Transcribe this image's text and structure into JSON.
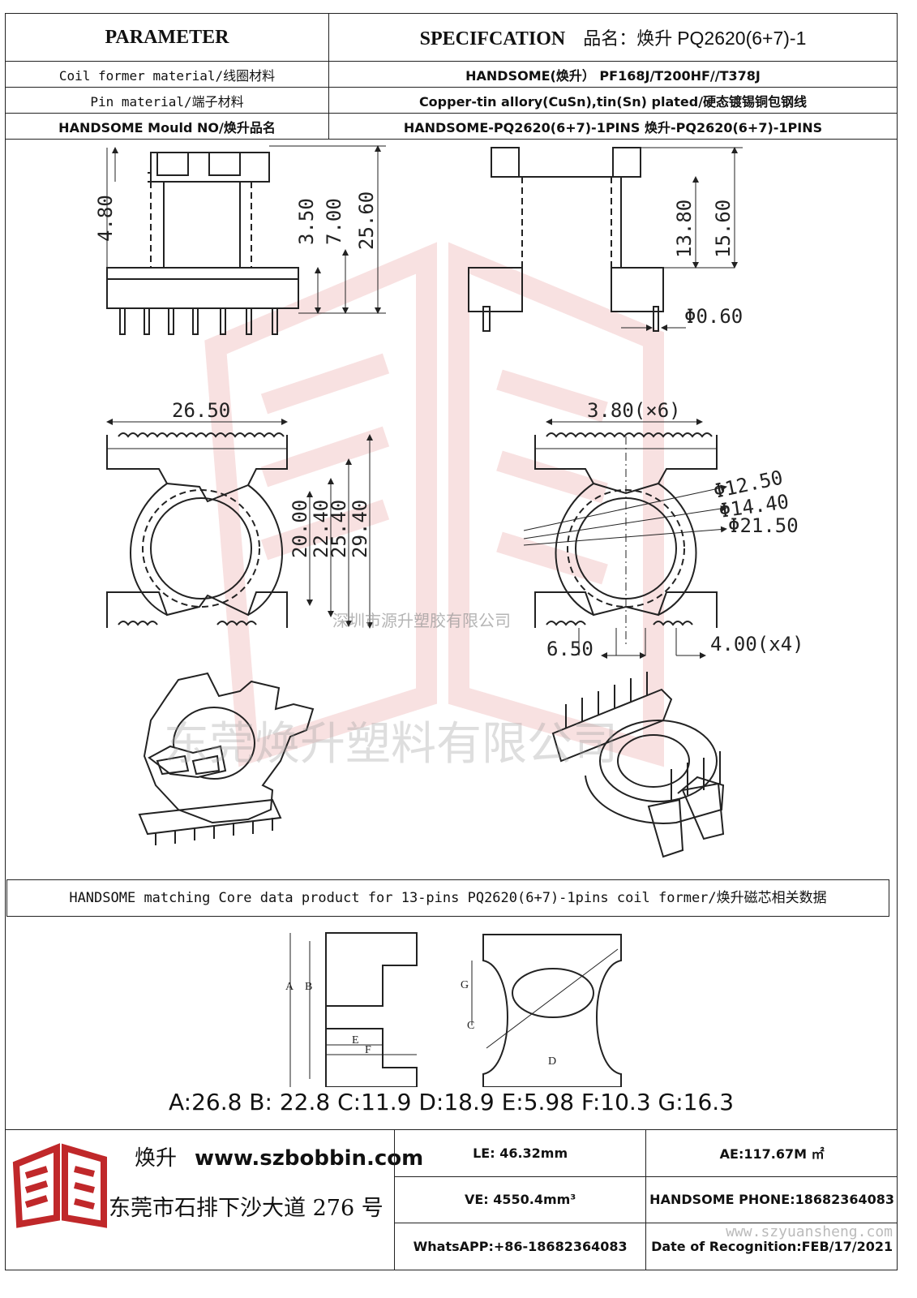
{
  "header": {
    "parameter_label": "PARAMETER",
    "spec_label": "SPECIFCATION",
    "product_name_cn": "品名：焕升",
    "product_name": "PQ2620(6+7)-1",
    "rows": [
      {
        "param": "Coil former material/线圈材料",
        "spec": "HANDSOME(焕升）  PF168J/T200HF//T378J"
      },
      {
        "param": "Pin material/端子材料",
        "spec": "Copper-tin allory(CuSn),tin(Sn) plated/硬态镀锡铜包钢线"
      },
      {
        "param": "HANDSOME Mould NO/焕升品名",
        "spec": "HANDSOME-PQ2620(6+7)-1PINS   焕升-PQ2620(6+7)-1PINS"
      }
    ]
  },
  "dimensions": {
    "A": "4.80",
    "B": "3.50",
    "C": "7.00",
    "D": "25.60",
    "J": "13.80",
    "K": "15.60",
    "L": "Φ0.60",
    "E": "26.50",
    "M": "3.80(×6)",
    "F": "20.00",
    "G": "22.40",
    "H": "25.40",
    "I": "29.40",
    "N": "Φ12.50",
    "O": "Φ14.40",
    "P": "Φ21.50",
    "Q": "6.50",
    "R": "4.00(x4)"
  },
  "watermark": {
    "company_small": "深圳市源升塑胶有限公司",
    "company_large": "东莞焕升塑料有限公司",
    "site": "www.szyuansheng.com"
  },
  "core": {
    "caption": "HANDSOME matching Core data  product for 13-pins PQ2620(6+7)-1pins coil former/焕升磁芯相关数据",
    "labels": [
      "A",
      "B",
      "C",
      "D",
      "E",
      "F",
      "G"
    ],
    "values_text": "A:26.8 B: 22.8 C:11.9 D:18.9 E:5.98 F:10.3 G:16.3"
  },
  "footer": {
    "brand_cn": "焕升",
    "website": "www.szbobbin.com",
    "address": "东莞市石排下沙大道 276 号",
    "le": "LE: 46.32mm",
    "ae": "AE:117.67M ㎡",
    "ve": "VE: 4550.4mm³",
    "phone": "HANDSOME PHONE:18682364083",
    "whatsapp": "WhatsAPP:+86-18682364083",
    "date": "Date of Recognition:FEB/17/2021"
  }
}
